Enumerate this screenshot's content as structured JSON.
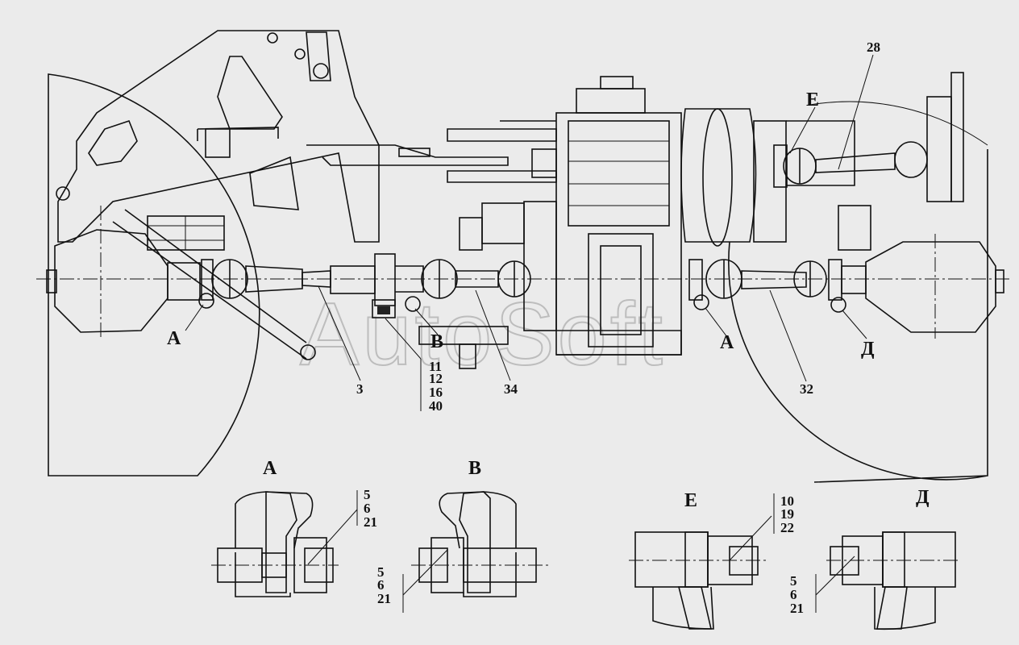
{
  "watermark": "AutoSoft",
  "callouts": {
    "a_left": "А",
    "b_main": "В",
    "a_right": "А",
    "d_main": "Д",
    "e_main": "Е",
    "n28": "28",
    "n3": "3",
    "n34": "34",
    "n32": "32",
    "stack_left": [
      "11",
      "12",
      "16",
      "40"
    ]
  },
  "details": {
    "a": {
      "title": "А",
      "refs": [
        "5",
        "6",
        "21"
      ]
    },
    "b": {
      "title": "В",
      "refs": [
        "5",
        "6",
        "21"
      ]
    },
    "e": {
      "title": "Е",
      "refs": [
        "10",
        "19",
        "22"
      ]
    },
    "d": {
      "title": "Д",
      "refs": [
        "5",
        "6",
        "21"
      ]
    }
  }
}
